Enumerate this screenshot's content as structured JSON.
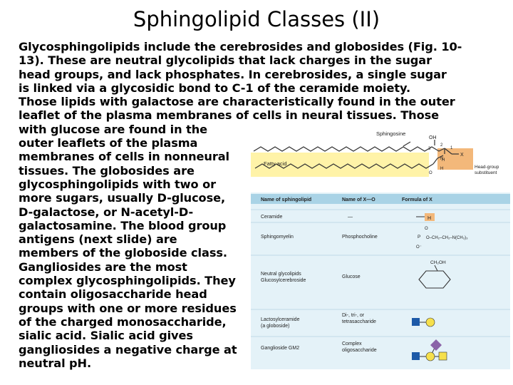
{
  "slide": {
    "title": "Sphingolipid Classes (II)",
    "paragraph_lines": [
      "Glycosphingolipids include the cerebrosides and globosides (Fig. 10-",
      "13). These are neutral glycolipids that lack charges in the sugar",
      "head groups, and lack phosphates. In cerebrosides, a single sugar",
      "is linked via a glycosidic bond to C-1 of the ceramide moiety.",
      "Those lipids with galactose are characteristically found in the outer",
      "leaflet of the plasma membranes of cells in neural tissues. Those",
      "with glucose are found in the",
      "outer leaflets of the plasma",
      "membranes of cells in nonneural",
      "tissues. The globosides are",
      "glycosphingolipids with two or",
      "more sugars, usually D-glucose,",
      "D-galactose, or N-acetyl-D-",
      "galactosamine. The blood group",
      "antigens (next slide) are",
      "members of the globoside class.",
      "Gangliosides are the most",
      "complex glycosphingolipids. They",
      "contain oligosaccharide head",
      "groups with one or more residues",
      "of the charged monosaccharide,",
      "sialic acid. Sialic acid gives",
      "gangliosides a negative charge at",
      "neutral pH."
    ]
  },
  "figure": {
    "labels": {
      "sphingosine": "Sphingosine",
      "oh": "OH",
      "num3": "3",
      "num2": "2",
      "num1": "1",
      "x": "X",
      "h_top": "H",
      "n": "N",
      "h_bottom": "H",
      "o": "O",
      "fatty_acid": "Fatty acid",
      "head_group": "Head-group",
      "substituent": "substituent"
    },
    "table_headers": {
      "name": "Name of sphingolipid",
      "name_x": "Name of X—O",
      "formula": "Formula of X"
    },
    "rows": [
      {
        "name": "Ceramide",
        "name_x": "—",
        "formula_label": "H"
      },
      {
        "name": "Sphingomyelin",
        "name_x": "Phosphocholine",
        "formula_label": "O–CH₂–CH₂–N(CH₃)₃"
      },
      {
        "name": "Neutral glycolipids",
        "name2": "Glucosylcerebroside",
        "name_x": "Glucose",
        "formula_label": "CH₂OH"
      },
      {
        "name": "Lactosylceramide",
        "name2": "(a globoside)",
        "name_x": "Di-, tri-, or",
        "name_x2": "tetrasaccharide"
      },
      {
        "name": "Ganglioside GM2",
        "name_x": "Complex",
        "name_x2": "oligosaccharide"
      }
    ],
    "colors": {
      "background": "#ffffff",
      "panel": "#e4f2f8",
      "header": "#a9d3e6",
      "fatty_acid": "#fff3a8",
      "head_group": "#f3b87a",
      "glucose": "#1d5aa8",
      "galactose": "#f6e04c",
      "galnac": "#f6e04c",
      "sialic": "#8a63a8"
    }
  }
}
